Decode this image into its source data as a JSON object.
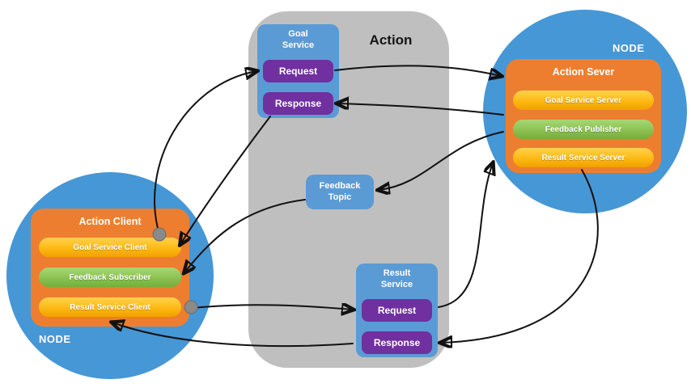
{
  "action": {
    "title": "Action",
    "goal_service": {
      "line1": "Goal",
      "line2": "Service",
      "request": "Request",
      "response": "Response"
    },
    "feedback_topic": {
      "line1": "Feedback",
      "line2": "Topic"
    },
    "result_service": {
      "line1": "Result",
      "line2": "Service",
      "request": "Request",
      "response": "Response"
    }
  },
  "client_node": {
    "node_label": "NODE",
    "title": "Action Client",
    "items": [
      {
        "label": "Goal Service Client"
      },
      {
        "label": "Feedback Subscriber"
      },
      {
        "label": "Result Service Client"
      }
    ]
  },
  "server_node": {
    "node_label": "NODE",
    "title": "Action Sever",
    "items": [
      {
        "label": "Goal Service Server"
      },
      {
        "label": "Feedback Publisher"
      },
      {
        "label": "Result Service Server"
      }
    ]
  },
  "colors": {
    "node_circle": "#4697d6",
    "panel_gray": "#bfbfbf",
    "service_blue": "#5b9bd5",
    "request_purple": "#7030a0",
    "node_orange": "#ee7e2f",
    "pill_yellow": "#ffc000",
    "pill_green": "#8cc152",
    "arrow": "#111111"
  }
}
